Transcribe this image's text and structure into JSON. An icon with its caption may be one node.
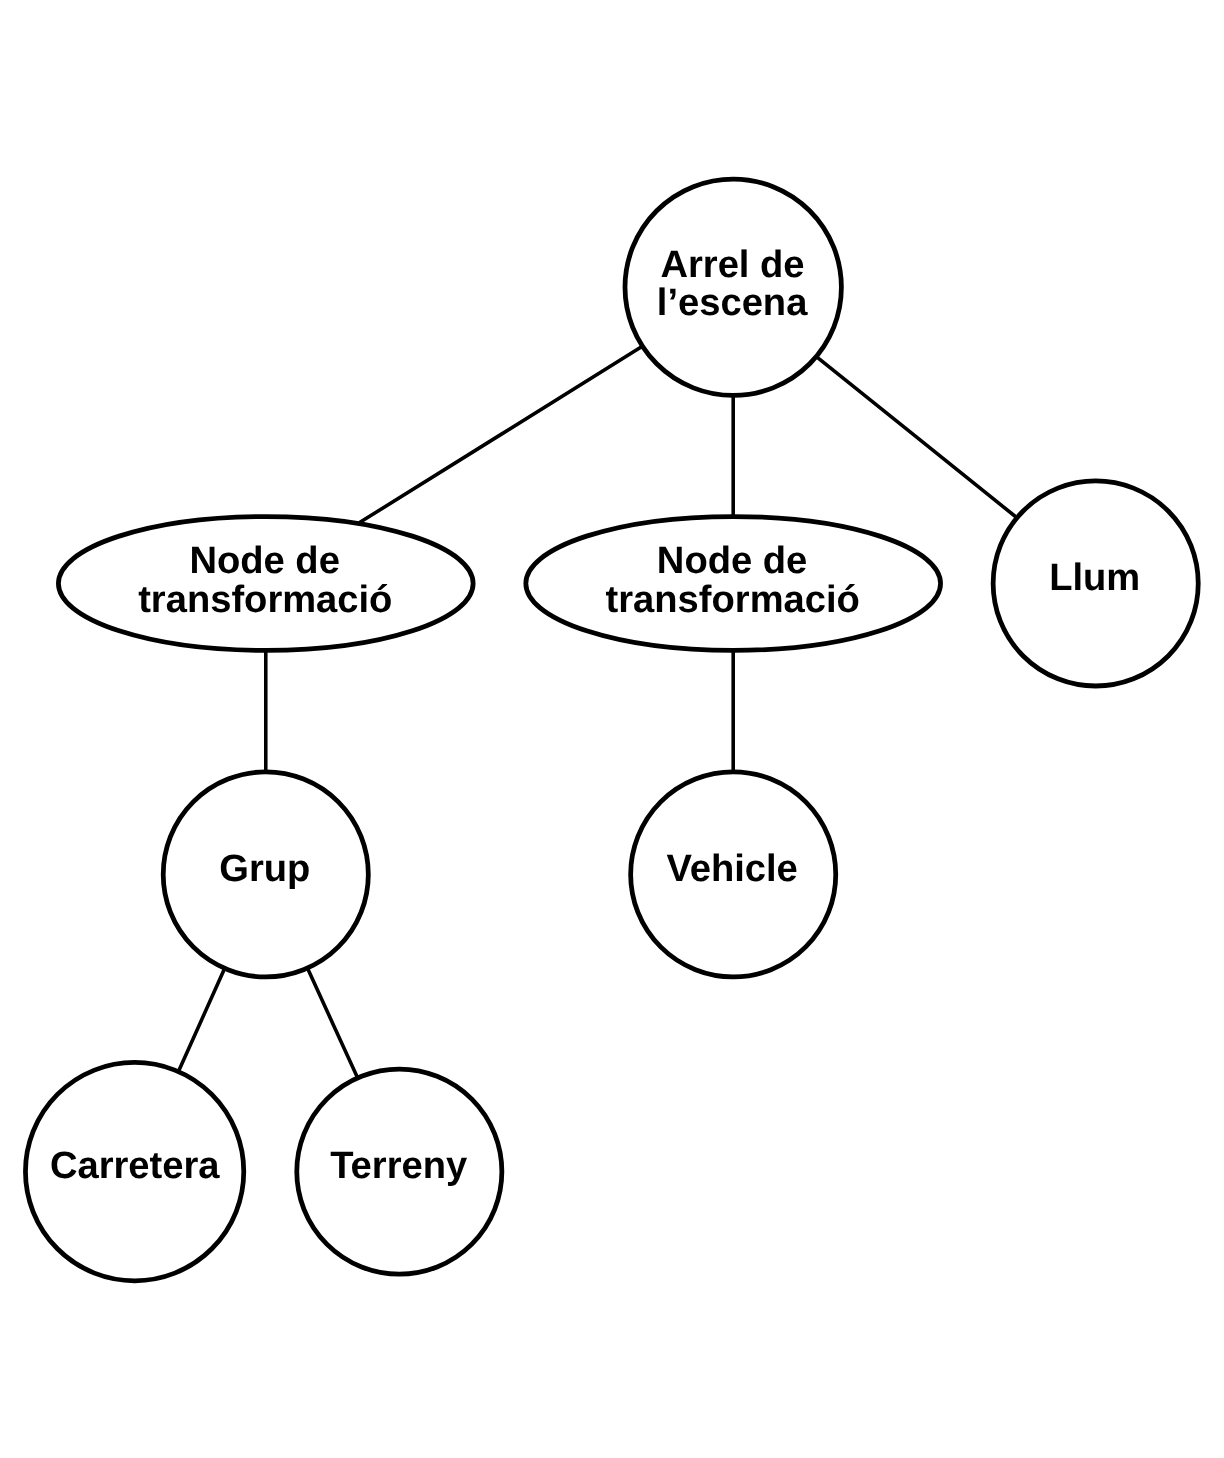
{
  "diagram": {
    "nodes": [
      {
        "text": [
          "Arrel de l’escena"
        ]
      },
      {
        "text": [
          "Node de transformació"
        ]
      },
      {
        "text": [
          "Node de transformació"
        ]
      },
      {
        "text": [
          "Llum"
        ]
      },
      {
        "text": [
          "Grup"
        ]
      },
      {
        "text": [
          "Vehicle"
        ]
      },
      {
        "text": [
          "Carretera"
        ]
      },
      {
        "text": [
          "Terreny"
        ]
      }
    ],
    "edges": [
      {
        "from": 0,
        "to": 1,
        "arrow": "none"
      },
      {
        "from": 0,
        "to": 2,
        "arrow": "none"
      },
      {
        "from": 0,
        "to": 3,
        "arrow": "none"
      },
      {
        "from": 1,
        "to": 4,
        "arrow": "none"
      },
      {
        "from": 2,
        "to": 5,
        "arrow": "none"
      },
      {
        "from": 4,
        "to": 6,
        "arrow": "none"
      },
      {
        "from": 4,
        "to": 7,
        "arrow": "none"
      }
    ]
  }
}
